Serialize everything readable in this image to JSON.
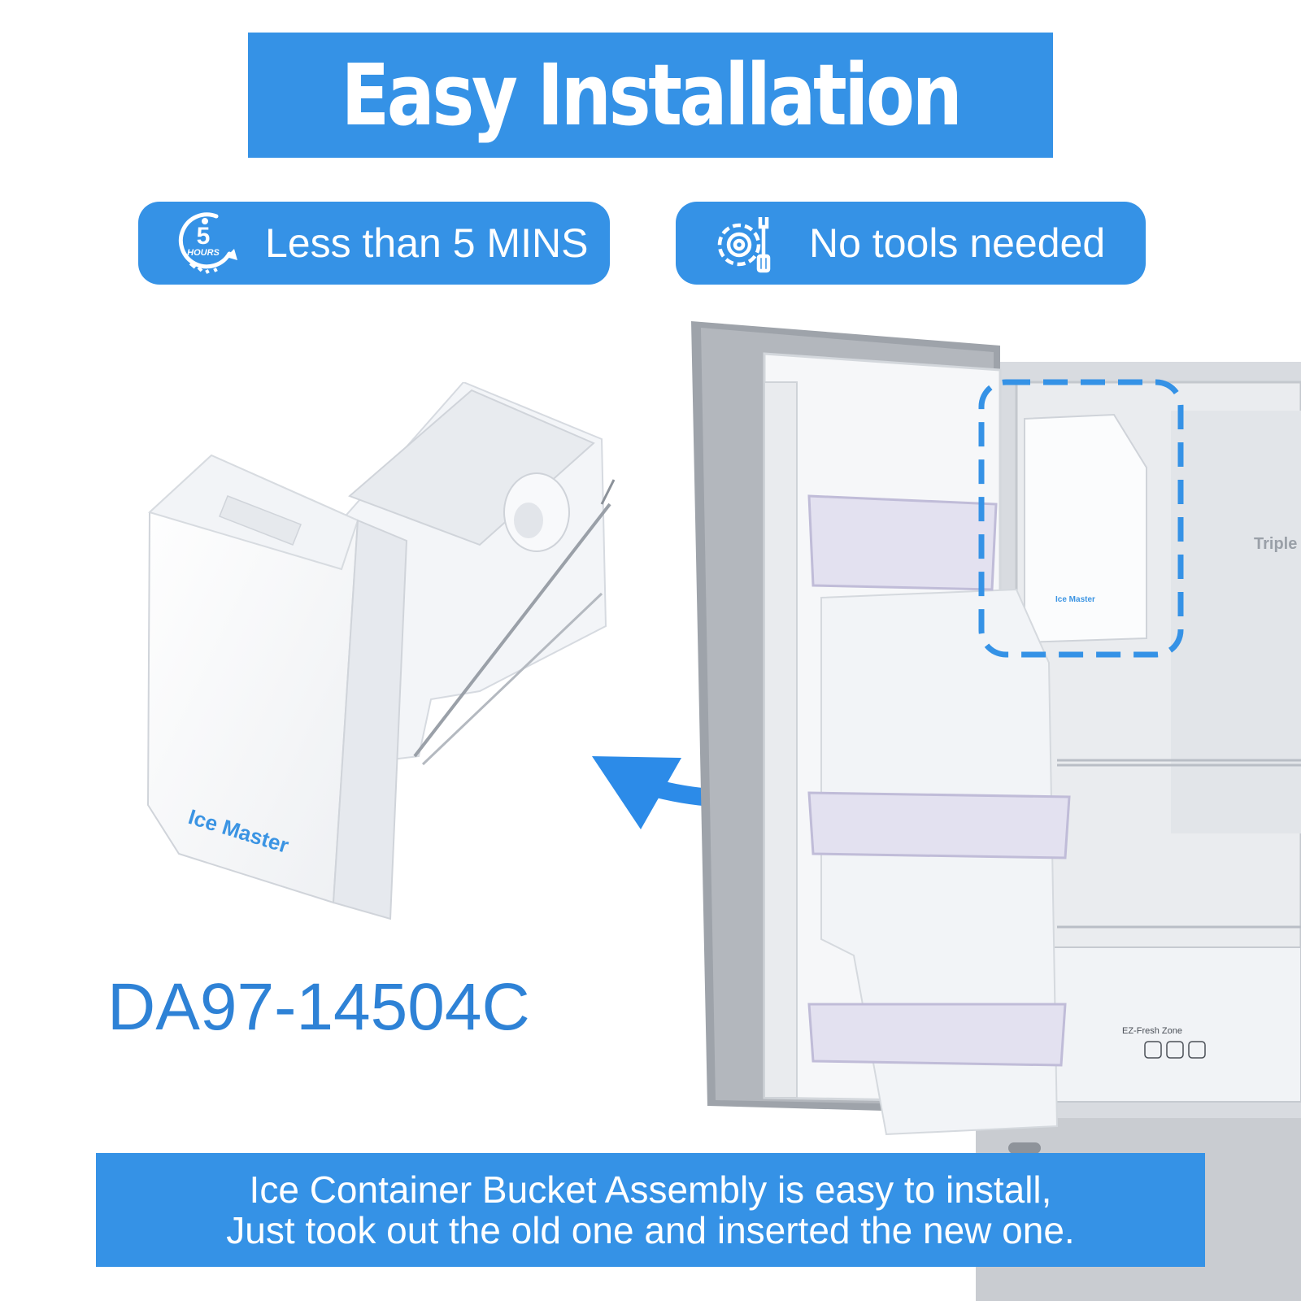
{
  "title": "Easy Installation",
  "features": [
    {
      "icon": "clock-5-hours-icon",
      "badge_number": "5",
      "badge_unit": "HOURS",
      "label": "Less than 5 MINS"
    },
    {
      "icon": "gear-wrench-icon",
      "label": "No tools needed"
    }
  ],
  "product": {
    "brand_on_part": "Ice Master",
    "part_number": "DA97-14504C"
  },
  "fridge": {
    "container_brand": "Ice Master",
    "shelf_label": "Triple",
    "drawer_label": "EZ-Fresh Zone"
  },
  "description": {
    "line1": "Ice Container Bucket Assembly is easy to install,",
    "line2": "Just took out the old one and inserted the new one."
  },
  "colors": {
    "banner_blue": "#3592e6",
    "part_number_blue": "#2e82d6",
    "arrow_blue": "#2c8be8"
  }
}
